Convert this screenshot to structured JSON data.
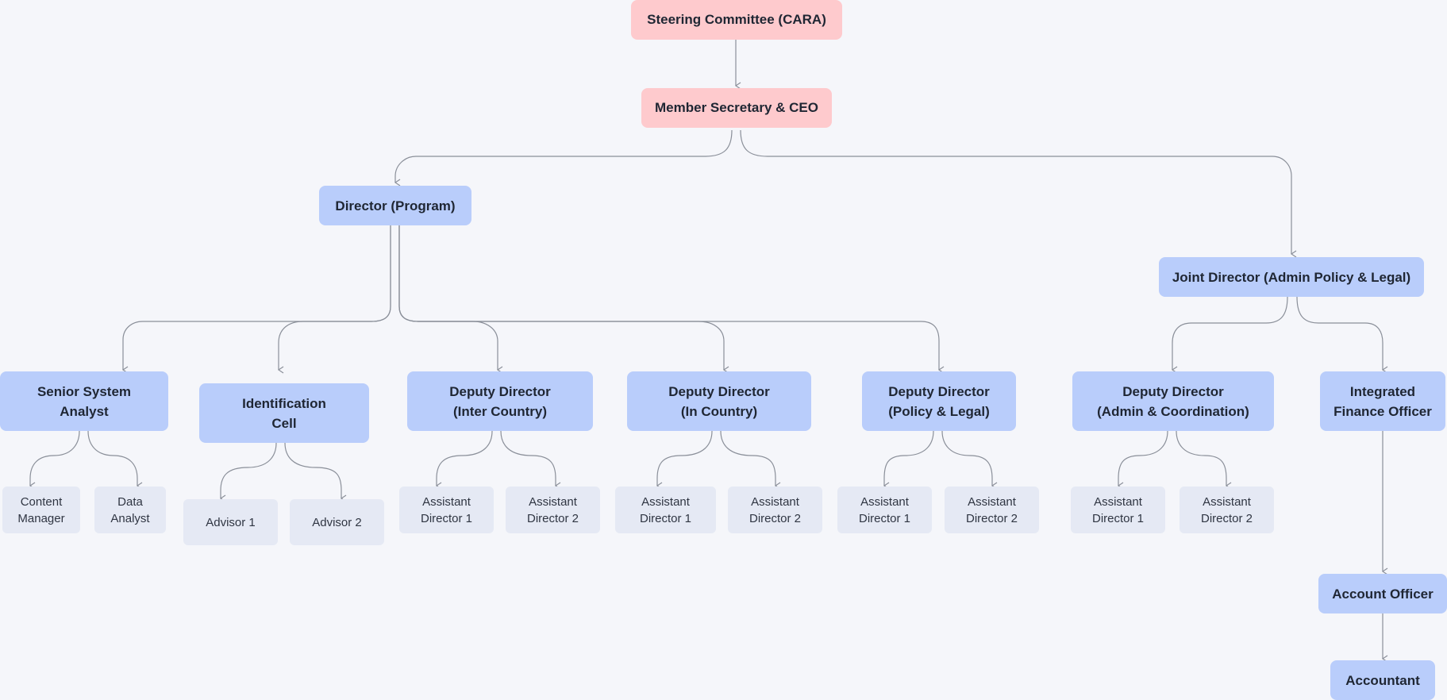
{
  "colors": {
    "background": "#f5f6fa",
    "top_level": "#fecacd",
    "management": "#b9cdfb",
    "staff": "#e5e9f4",
    "connector": "#8a8f99"
  },
  "nodes": {
    "steering_committee": "Steering Committee (CARA)",
    "member_secretary": "Member Secretary & CEO",
    "director_program": "Director (Program)",
    "joint_director": "Joint Director (Admin Policy & Legal)",
    "senior_system_analyst": "Senior System\nAnalyst",
    "identification_cell": "Identification\nCell",
    "dd_inter_country": "Deputy Director\n(Inter Country)",
    "dd_in_country": "Deputy Director\n(In Country)",
    "dd_policy_legal": "Deputy Director\n(Policy & Legal)",
    "dd_admin_coord": "Deputy Director\n(Admin & Coordination)",
    "integrated_finance_officer": "Integrated\nFinance Officer",
    "content_manager": "Content\nManager",
    "data_analyst": "Data\nAnalyst",
    "advisor_1": "Advisor 1",
    "advisor_2": "Advisor 2",
    "ic_ad1": "Assistant\nDirector 1",
    "ic_ad2": "Assistant\nDirector 2",
    "inc_ad1": "Assistant\nDirector 1",
    "inc_ad2": "Assistant\nDirector 2",
    "pl_ad1": "Assistant\nDirector 1",
    "pl_ad2": "Assistant\nDirector 2",
    "ac_ad1": "Assistant\nDirector 1",
    "ac_ad2": "Assistant\nDirector 2",
    "account_officer": "Account Officer",
    "accountant": "Accountant"
  }
}
